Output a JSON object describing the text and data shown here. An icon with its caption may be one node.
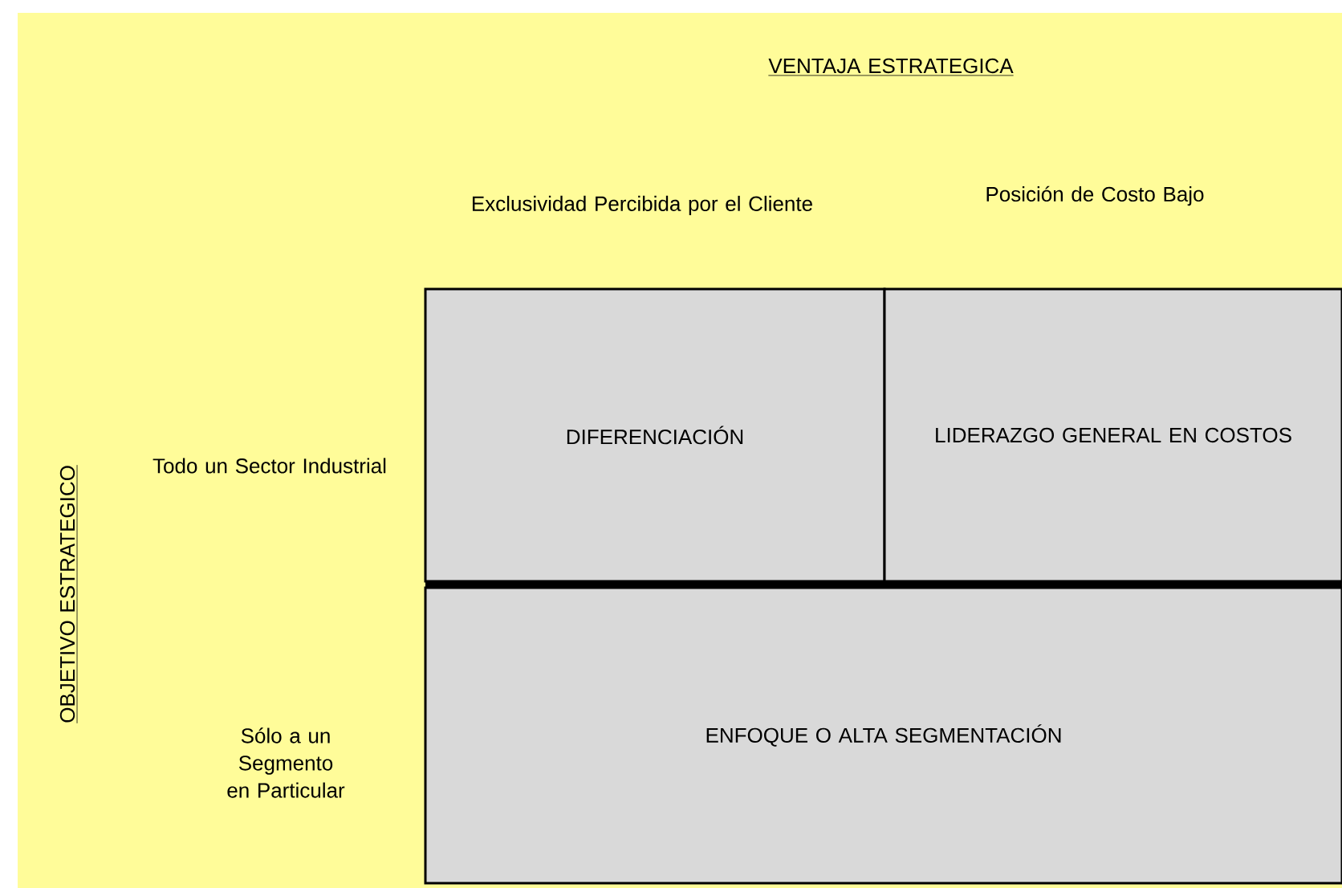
{
  "diagram": {
    "nodes": [
      {
        "text": [
          "DIFERENCIACIÓN"
        ]
      },
      {
        "text": [
          "LIDERAZGO GENERAL EN COSTOS"
        ]
      },
      {
        "text": [
          "ENFOQUE O ALTA SEGMENTACIÓN"
        ]
      }
    ],
    "labels": [
      "VENTAJA ESTRATEGICA",
      "Exclusividad Percibida por el Cliente",
      "Posición de Costo Bajo",
      "OBJETIVO ESTRATEGICO",
      "Todo un Sector Industrial",
      "Sólo a un Segmento en Particular"
    ]
  }
}
